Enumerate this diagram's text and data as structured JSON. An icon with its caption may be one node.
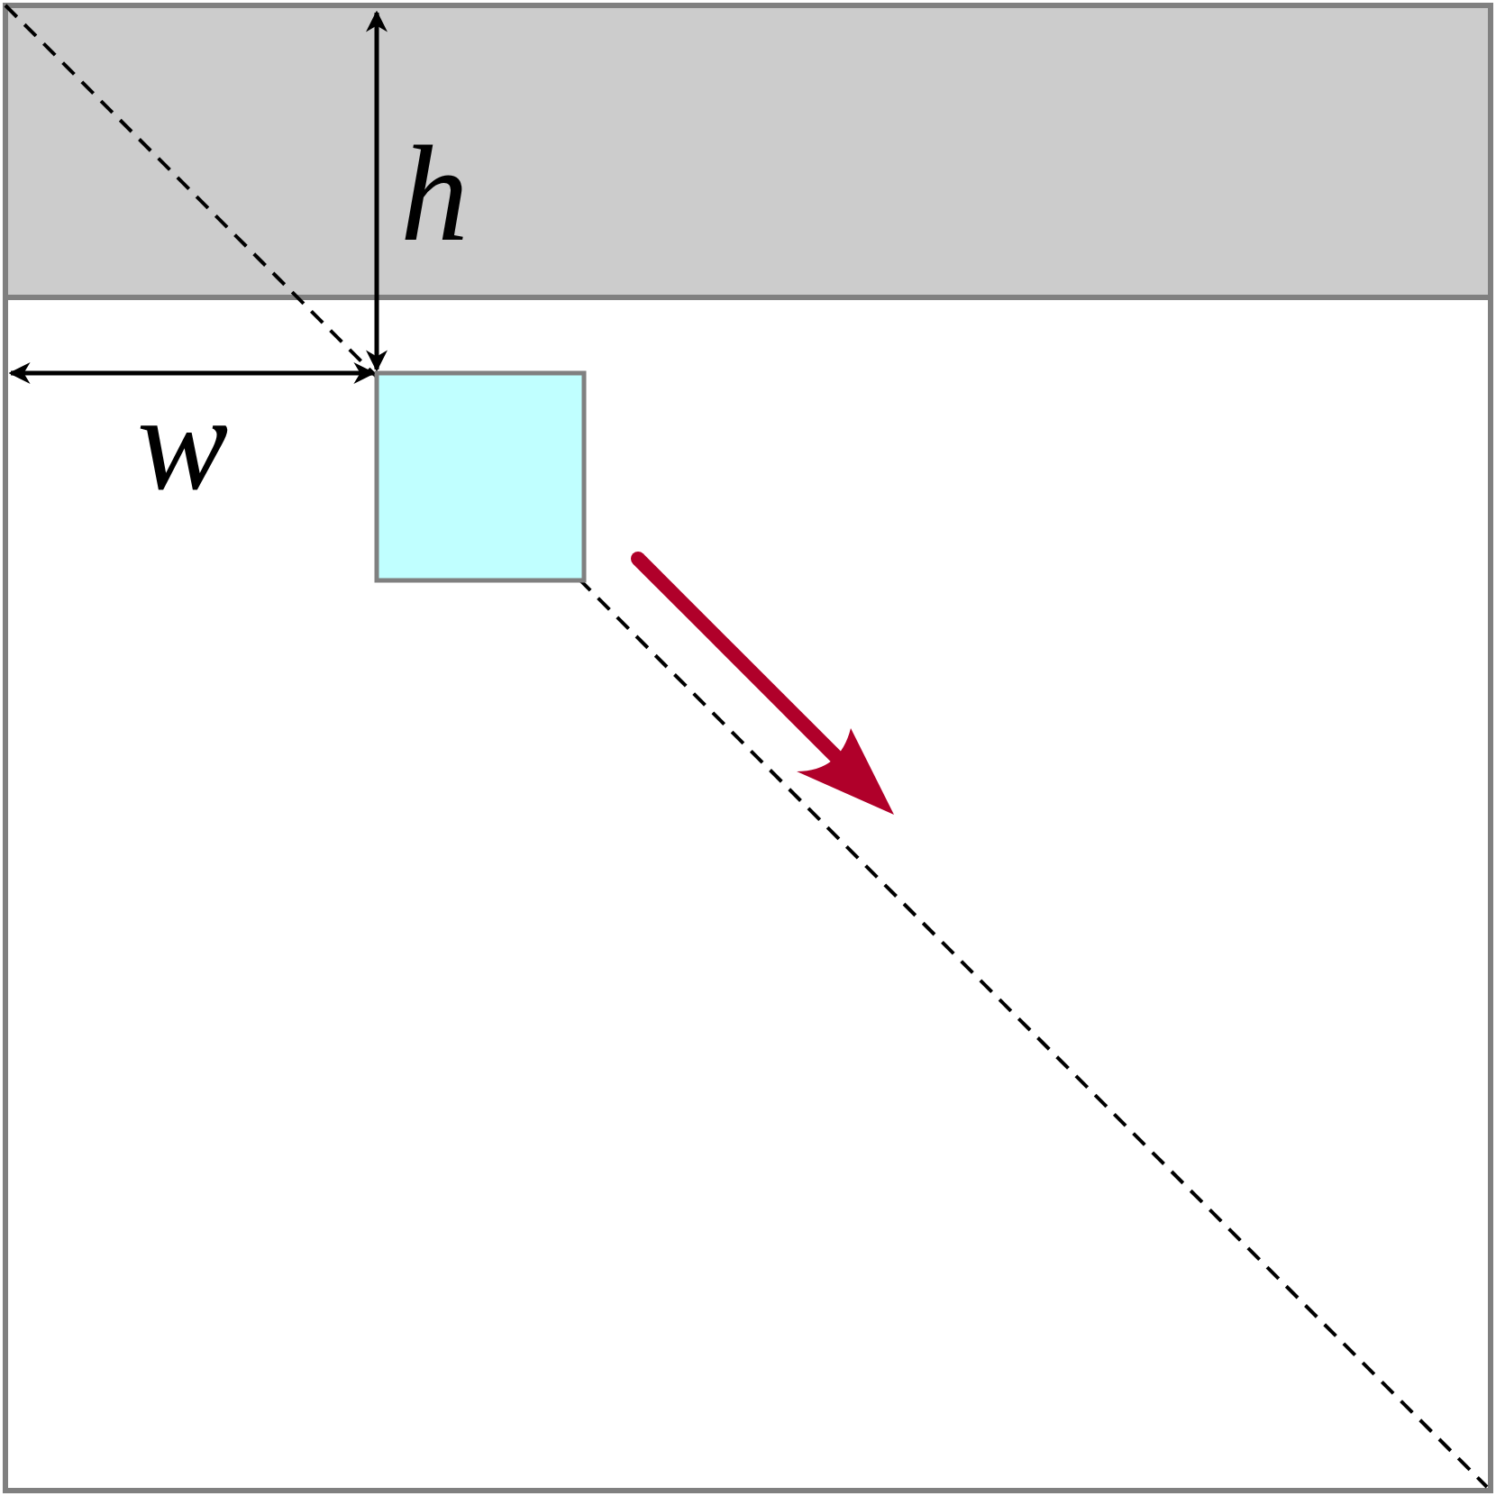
{
  "diagram": {
    "nodes": [
      {
        "text": [],
        "shape": "box"
      }
    ],
    "labels": [
      "h",
      "w"
    ]
  }
}
